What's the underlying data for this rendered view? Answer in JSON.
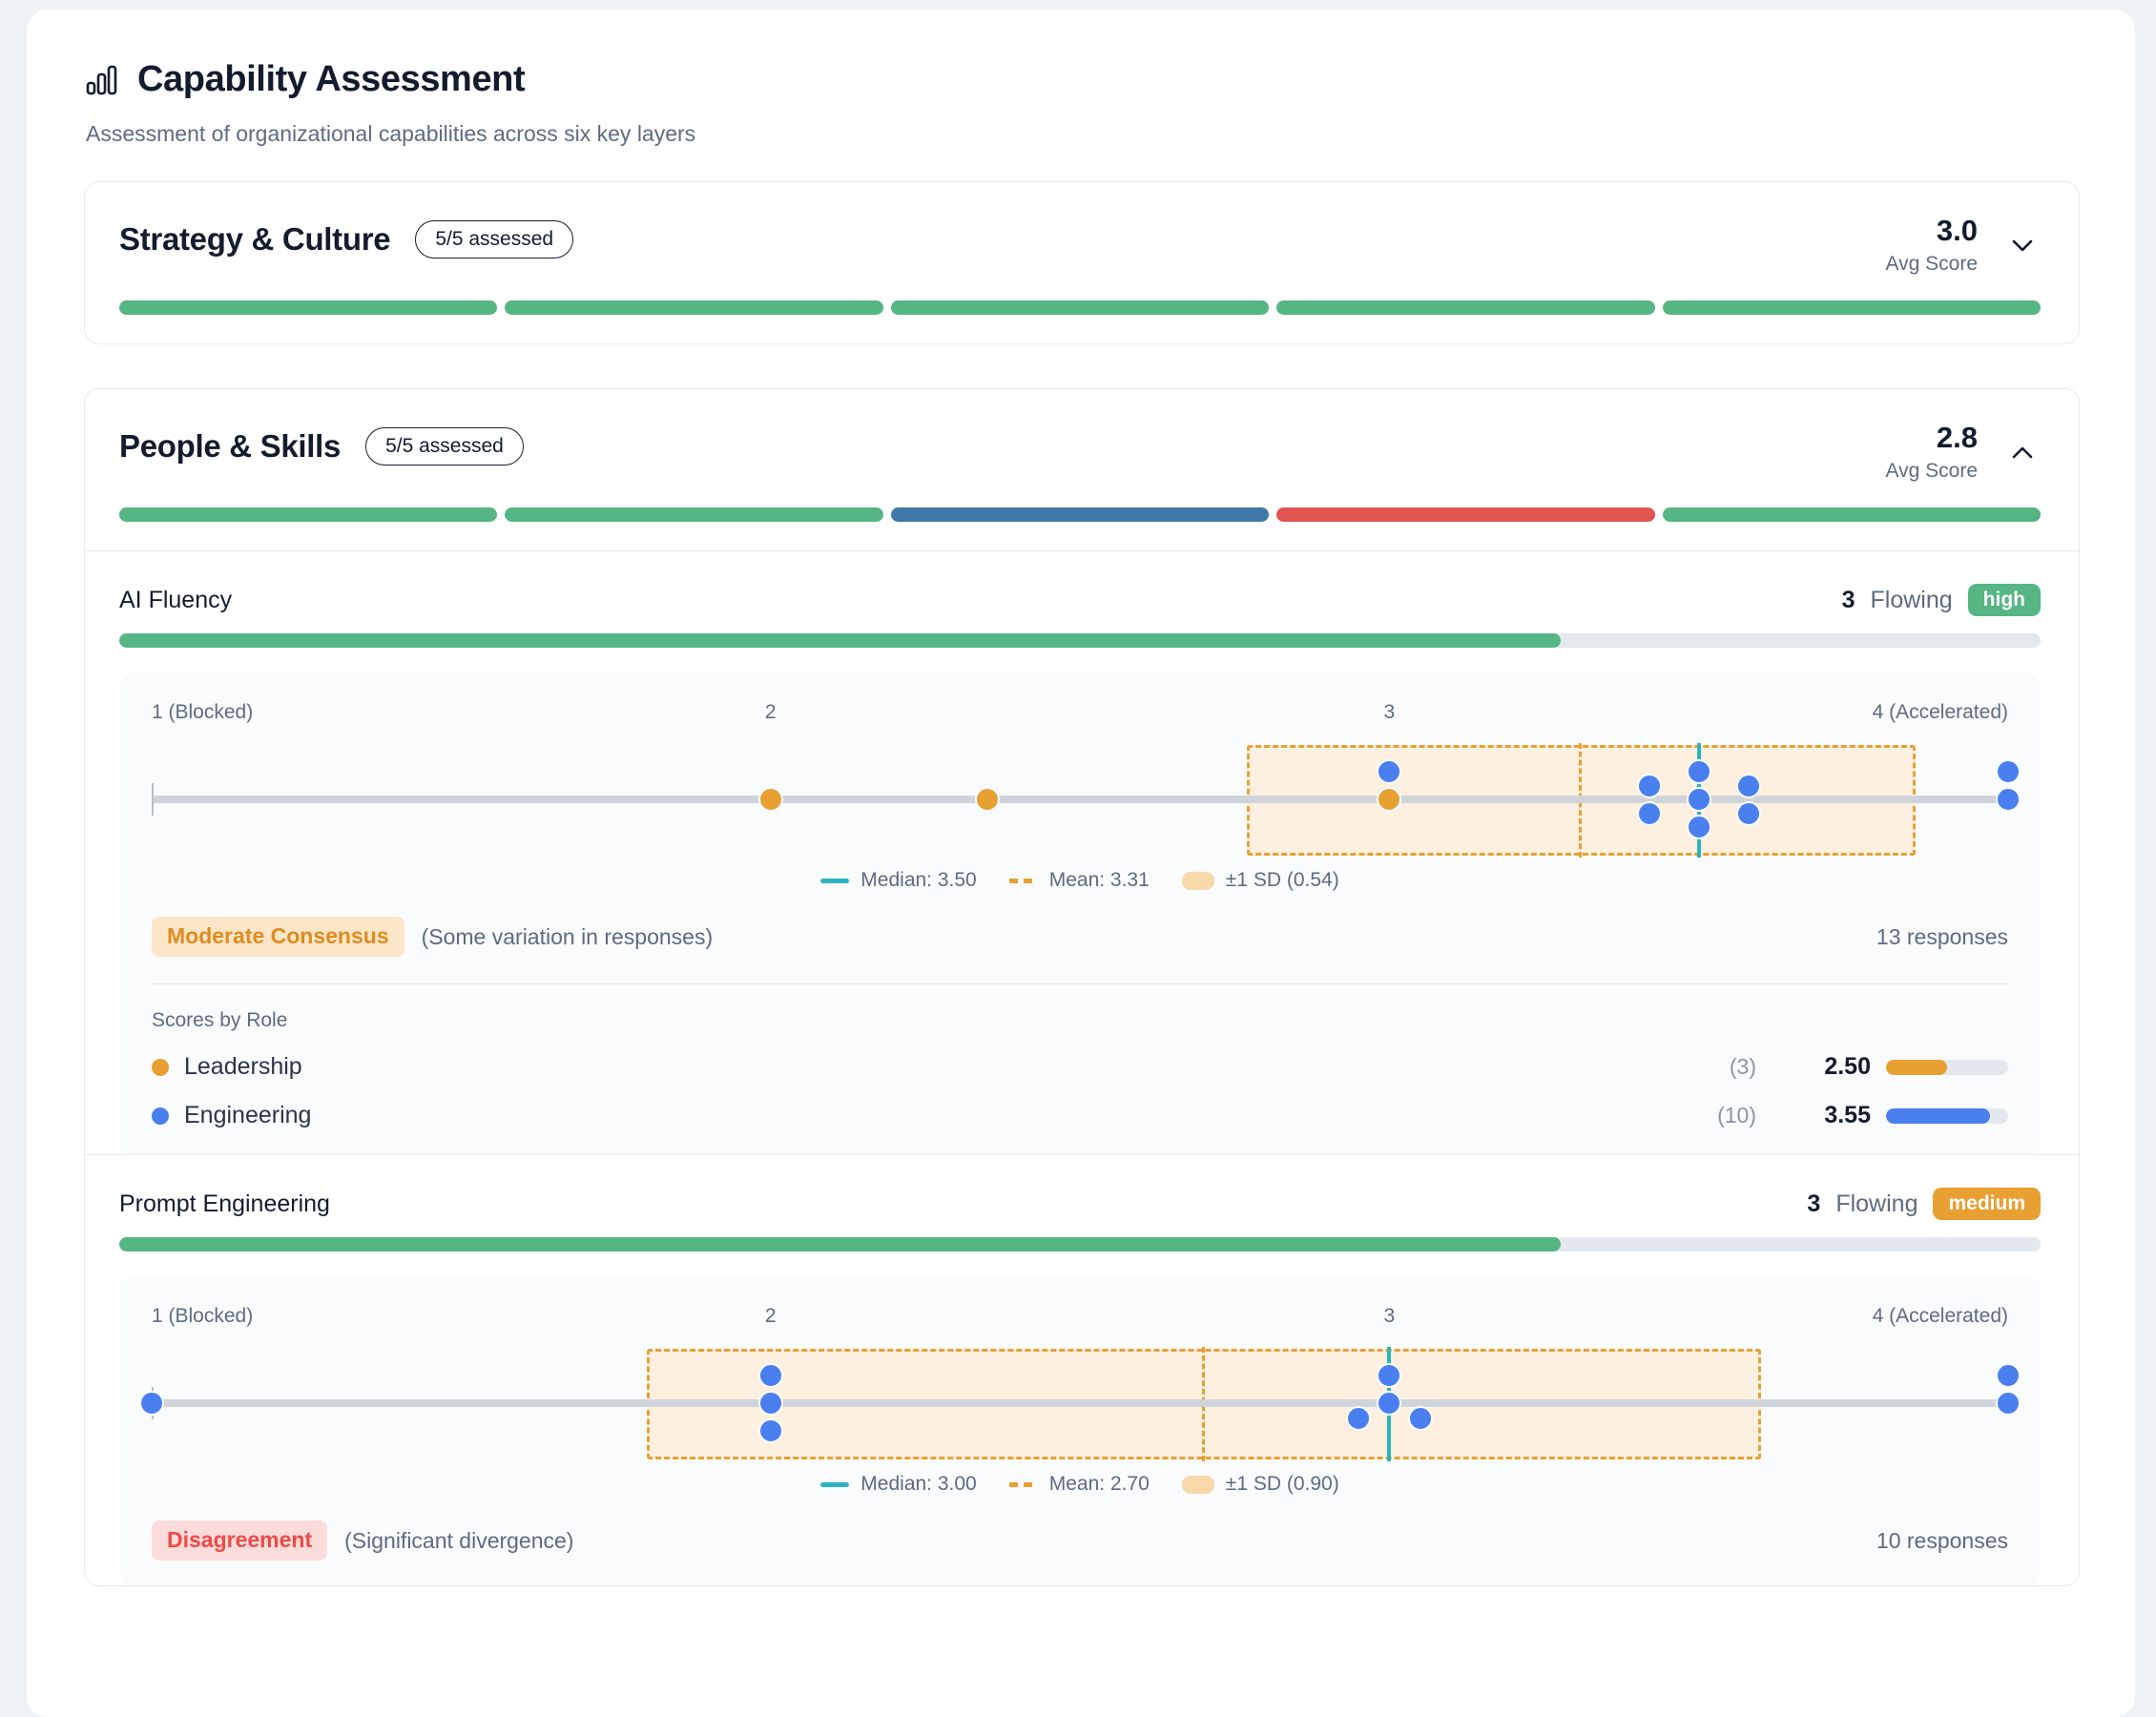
{
  "header": {
    "icon": "bar-chart-icon",
    "title": "Capability Assessment",
    "subtitle": "Assessment of organizational capabilities across six key layers"
  },
  "colors": {
    "green": "#55b583",
    "blue": "#3d78a8",
    "red": "#e05550",
    "orange": "#e8a033",
    "dot_leadership": "#e8a033",
    "dot_engineering": "#4a7ff0",
    "median": "#2cb3c0",
    "sd_band_fill": "#fdf0e0"
  },
  "layers": [
    {
      "name": "Strategy & Culture",
      "assessed_chip": "5/5 assessed",
      "avg_score": "3.0",
      "avg_score_label": "Avg Score",
      "expanded": false,
      "chevron": "chevron-down-icon",
      "segments": [
        "green",
        "green",
        "green",
        "green",
        "green"
      ]
    },
    {
      "name": "People & Skills",
      "assessed_chip": "5/5 assessed",
      "avg_score": "2.8",
      "avg_score_label": "Avg Score",
      "expanded": true,
      "chevron": "chevron-up-icon",
      "segments": [
        "green",
        "green",
        "blue",
        "red",
        "green"
      ]
    }
  ],
  "capabilities": [
    {
      "name": "AI Fluency",
      "score": "3",
      "state": "Flowing",
      "badge": "high",
      "badge_style": "high",
      "progress_pct": 75,
      "chart_data": {
        "type": "scatter",
        "title": "AI Fluency response distribution",
        "xlabel": "",
        "ylabel": "",
        "xlim": [
          1,
          4
        ],
        "grid": false,
        "tick_labels": [
          "1 (Blocked)",
          "2",
          "3",
          "4 (Accelerated)"
        ],
        "ticks": [
          1,
          2,
          3,
          4
        ],
        "median": 3.5,
        "mean": 3.31,
        "sd": 0.54,
        "sd_band": [
          2.77,
          3.85
        ],
        "responses": 13,
        "series": [
          {
            "name": "Leadership",
            "color": "#e8a033",
            "values": [
              2.0,
              2.35,
              3.0
            ]
          },
          {
            "name": "Engineering",
            "color": "#4a7ff0",
            "values": [
              3.0,
              3.42,
              3.5,
              3.5,
              3.5,
              3.58,
              3.42,
              3.58,
              3.5,
              4.0,
              4.0
            ]
          }
        ],
        "points": [
          {
            "role": "Leadership",
            "x": 2.0,
            "stack": 0
          },
          {
            "role": "Leadership",
            "x": 2.35,
            "stack": 0
          },
          {
            "role": "Leadership",
            "x": 3.0,
            "stack": 0
          },
          {
            "role": "Engineering",
            "x": 3.0,
            "stack": 1
          },
          {
            "role": "Engineering",
            "x": 3.5,
            "stack": 1
          },
          {
            "role": "Engineering",
            "x": 3.42,
            "stack": 0.5
          },
          {
            "role": "Engineering",
            "x": 3.58,
            "stack": 0.5
          },
          {
            "role": "Engineering",
            "x": 3.5,
            "stack": 0
          },
          {
            "role": "Engineering",
            "x": 3.42,
            "stack": -0.5
          },
          {
            "role": "Engineering",
            "x": 3.58,
            "stack": -0.5
          },
          {
            "role": "Engineering",
            "x": 3.5,
            "stack": -1
          },
          {
            "role": "Engineering",
            "x": 4.0,
            "stack": 1
          },
          {
            "role": "Engineering",
            "x": 4.0,
            "stack": 0
          }
        ]
      },
      "legend": {
        "median": "Median: 3.50",
        "mean": "Mean: 3.31",
        "sd": "±1 SD (0.54)"
      },
      "consensus": {
        "badge": "Moderate Consensus",
        "style": "moderate",
        "note": "(Some variation in responses)",
        "count": "13 responses"
      },
      "roles_title": "Scores by Role",
      "roles": [
        {
          "name": "Leadership",
          "color": "lead",
          "count": "(3)",
          "value": "2.50",
          "pct": 50
        },
        {
          "name": "Engineering",
          "color": "eng",
          "count": "(10)",
          "value": "3.55",
          "pct": 85
        }
      ]
    },
    {
      "name": "Prompt Engineering",
      "score": "3",
      "state": "Flowing",
      "badge": "medium",
      "badge_style": "medium",
      "progress_pct": 75,
      "chart_data": {
        "type": "scatter",
        "title": "Prompt Engineering response distribution",
        "xlabel": "",
        "ylabel": "",
        "xlim": [
          1,
          4
        ],
        "grid": false,
        "tick_labels": [
          "1 (Blocked)",
          "2",
          "3",
          "4 (Accelerated)"
        ],
        "ticks": [
          1,
          2,
          3,
          4
        ],
        "median": 3.0,
        "mean": 2.7,
        "sd": 0.9,
        "sd_band": [
          1.8,
          3.6
        ],
        "responses": 10,
        "series": [
          {
            "name": "Engineering",
            "color": "#4a7ff0",
            "values": [
              1.0,
              2.0,
              2.0,
              2.0,
              3.0,
              3.0,
              2.95,
              3.05,
              4.0,
              4.0
            ]
          }
        ],
        "points": [
          {
            "role": "Engineering",
            "x": 1.0,
            "stack": 0
          },
          {
            "role": "Engineering",
            "x": 2.0,
            "stack": 1
          },
          {
            "role": "Engineering",
            "x": 2.0,
            "stack": 0
          },
          {
            "role": "Engineering",
            "x": 2.0,
            "stack": -1
          },
          {
            "role": "Engineering",
            "x": 3.0,
            "stack": 1
          },
          {
            "role": "Engineering",
            "x": 3.0,
            "stack": 0
          },
          {
            "role": "Engineering",
            "x": 2.95,
            "stack": -0.55
          },
          {
            "role": "Engineering",
            "x": 3.05,
            "stack": -0.55
          },
          {
            "role": "Engineering",
            "x": 4.0,
            "stack": 1
          },
          {
            "role": "Engineering",
            "x": 4.0,
            "stack": 0
          }
        ]
      },
      "legend": {
        "median": "Median: 3.00",
        "mean": "Mean: 2.70",
        "sd": "±1 SD (0.90)"
      },
      "consensus": {
        "badge": "Disagreement",
        "style": "disagree",
        "note": "(Significant divergence)",
        "count": "10 responses"
      },
      "roles_title": "Scores by Role",
      "roles": []
    }
  ]
}
